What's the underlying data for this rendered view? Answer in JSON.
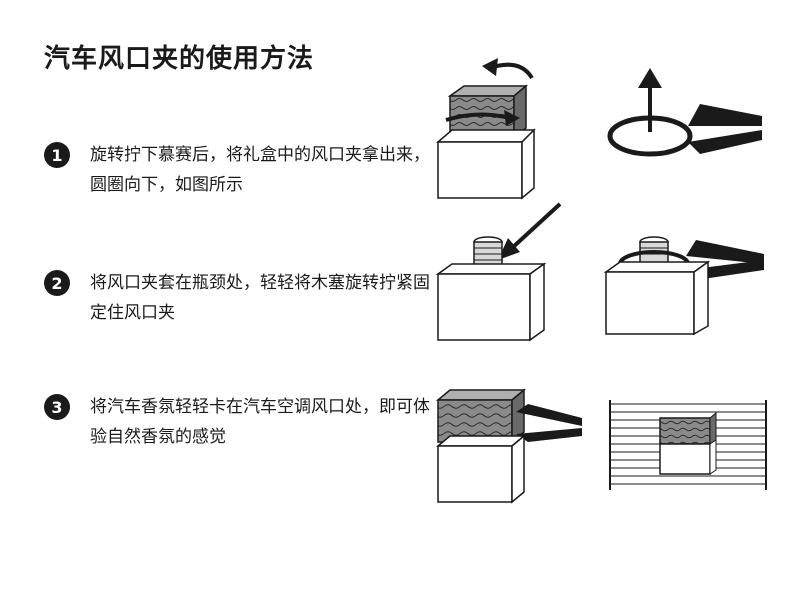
{
  "page": {
    "title": "汽车风口夹的使用方法"
  },
  "steps": [
    {
      "number": "1",
      "text": "旋转拧下慕赛后，将礼盒中的风口夹拿出来，圆圈向下，如图所示"
    },
    {
      "number": "2",
      "text": "将风口夹套在瓶颈处，轻轻将木塞旋转拧紧固定住风口夹"
    },
    {
      "number": "3",
      "text": "将汽车香氛轻轻卡在汽车空调风口处，即可体验自然香氛的感觉"
    }
  ],
  "colors": {
    "ink": "#1a1a1a",
    "wood": "#7a7a7a",
    "background": "#ffffff"
  },
  "illustrations": {
    "step1_left": "box-with-wooden-cap-rotate-arrow-icon",
    "step1_right": "vent-clip-ring-up-arrow-icon",
    "step2_left": "bottle-neck-with-arrow-icon",
    "step2_right": "clip-on-bottle-neck-icon",
    "step3_left": "box-with-cap-and-clip-icon",
    "step3_right": "air-vent-with-diffuser-icon"
  }
}
